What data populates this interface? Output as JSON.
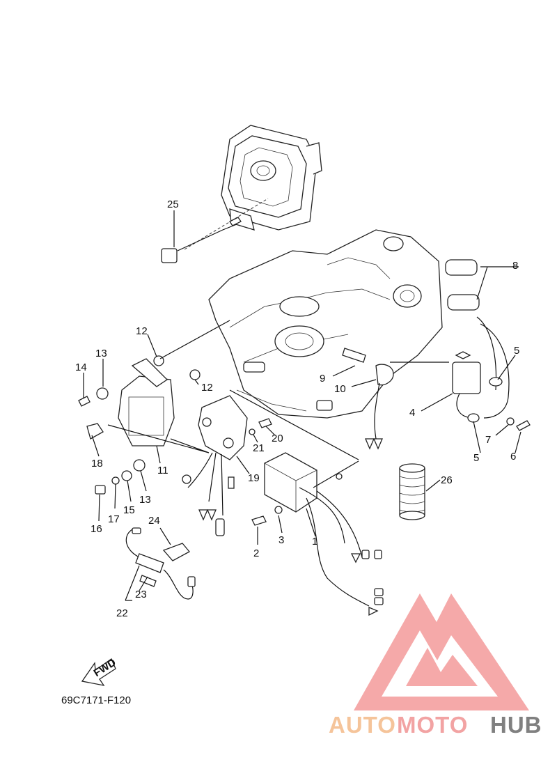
{
  "diagram_code": "69C7171-F120",
  "fwd_label": "FWD",
  "watermark": {
    "auto": "AUTO",
    "moto": "MOTO",
    "hub": "HUB",
    "color_auto": "#f5c49a",
    "color_moto": "#f2a3a3",
    "color_hub": "#808080",
    "logo_color": "#f29a9a"
  },
  "callouts": [
    "1",
    "2",
    "3",
    "4",
    "5",
    "5",
    "6",
    "7",
    "8",
    "9",
    "10",
    "11",
    "12",
    "12",
    "13",
    "13",
    "14",
    "15",
    "16",
    "17",
    "18",
    "19",
    "20",
    "21",
    "22",
    "23",
    "24",
    "25",
    "26"
  ]
}
